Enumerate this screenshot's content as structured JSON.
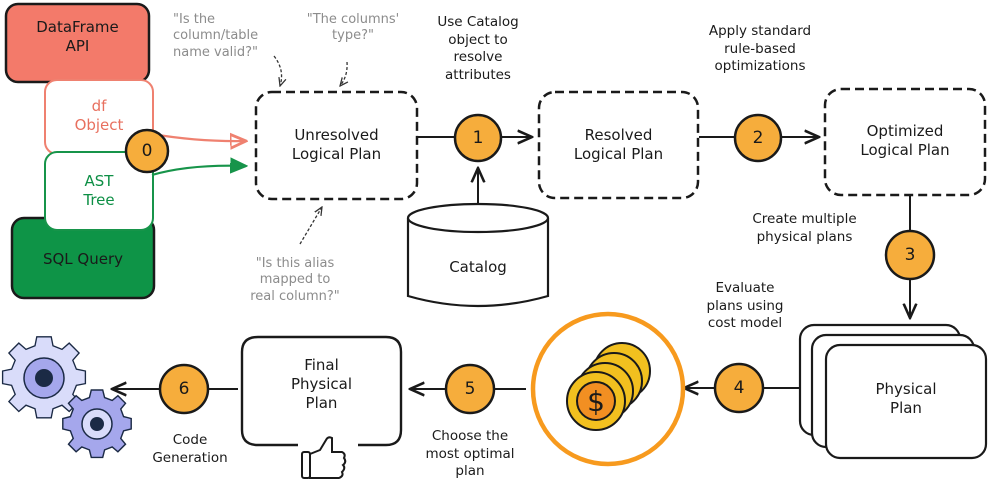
{
  "colors": {
    "dataframe_fill": "#f37a6a",
    "df_object_stroke": "#ef8170",
    "sql_fill": "#0e9447",
    "ast_stroke": "#17944a",
    "step_fill": "#f6ad3c",
    "coin_ring": "#f79a1e",
    "coin_outer": "#f2c01f",
    "coin_inner": "#f28f22",
    "gear_light": "#d9dcfa",
    "gear_mid": "#a5a7ec",
    "gear_dark": "#1b2a45",
    "note_gray": "#8c8c8c"
  },
  "sources": {
    "dataframe_api": "DataFrame\nAPI",
    "df_object_line1": "df",
    "df_object_line2": "Object",
    "ast_line1": "AST",
    "ast_line2": "Tree",
    "sql_query": "SQL Query"
  },
  "notes": {
    "column_valid": [
      "\"Is the",
      "column/table",
      "name valid?\""
    ],
    "column_type": [
      "\"The columns'",
      "type?\""
    ],
    "alias_mapped": [
      "\"Is this alias",
      "mapped to",
      "real column?\""
    ]
  },
  "nodes": {
    "unresolved": [
      "Unresolved",
      "Logical Plan"
    ],
    "resolved": [
      "Resolved",
      "Logical Plan"
    ],
    "optimized": [
      "Optimized",
      "Logical Plan"
    ],
    "catalog": "Catalog",
    "physical": [
      "Physical",
      "Plan"
    ],
    "final": [
      "Final",
      "Physical",
      "Plan"
    ]
  },
  "steps": [
    {
      "num": "0"
    },
    {
      "num": "1",
      "desc": [
        "Use Catalog",
        "object to",
        "resolve",
        "attributes"
      ]
    },
    {
      "num": "2",
      "desc": [
        "Apply standard",
        "rule-based",
        "optimizations"
      ]
    },
    {
      "num": "3",
      "desc": [
        "Create multiple",
        "physical plans"
      ]
    },
    {
      "num": "4",
      "desc": [
        "Evaluate",
        "plans using",
        "cost model"
      ]
    },
    {
      "num": "5",
      "desc": [
        "Choose the",
        "most optimal",
        "plan"
      ]
    },
    {
      "num": "6",
      "desc": [
        "Code",
        "Generation"
      ]
    }
  ],
  "icons": {
    "coins": "coins-dollar-icon",
    "thumbs": "thumbs-up-icon",
    "gears": "gears-icon"
  }
}
